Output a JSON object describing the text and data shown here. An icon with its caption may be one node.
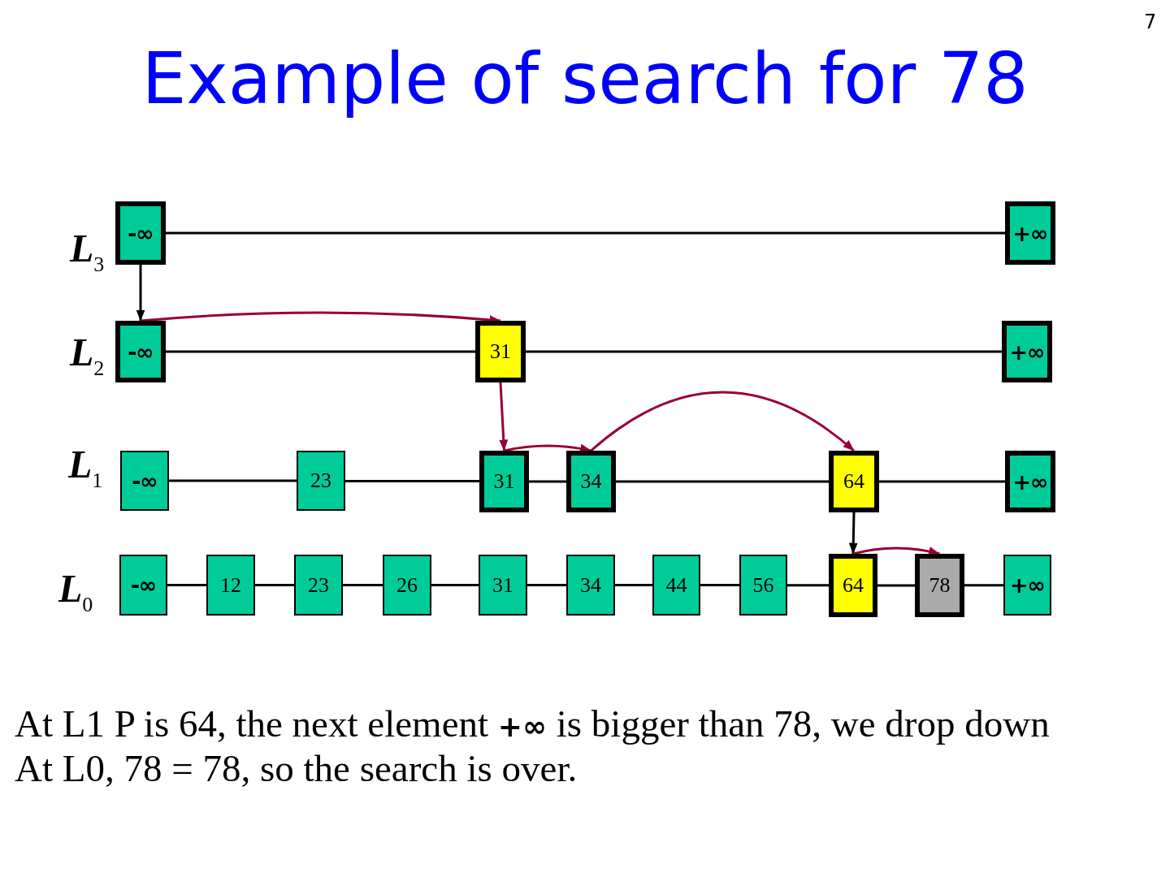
{
  "diagram": {
    "title": "Example of search for 78",
    "nodes": [
      {
        "text": [
          "-∞"
        ]
      },
      {
        "text": [
          "+∞"
        ]
      },
      {
        "text": [
          "-∞"
        ]
      },
      {
        "text": [
          "31"
        ]
      },
      {
        "text": [
          "+∞"
        ]
      },
      {
        "text": [
          "-∞"
        ]
      },
      {
        "text": [
          "23"
        ]
      },
      {
        "text": [
          "31"
        ]
      },
      {
        "text": [
          "34"
        ]
      },
      {
        "text": [
          "64"
        ]
      },
      {
        "text": [
          "+∞"
        ]
      },
      {
        "text": [
          "-∞"
        ]
      },
      {
        "text": [
          "12"
        ]
      },
      {
        "text": [
          "23"
        ]
      },
      {
        "text": [
          "26"
        ]
      },
      {
        "text": [
          "31"
        ]
      },
      {
        "text": [
          "34"
        ]
      },
      {
        "text": [
          "44"
        ]
      },
      {
        "text": [
          "56"
        ]
      },
      {
        "text": [
          "64"
        ]
      },
      {
        "text": [
          "78"
        ]
      },
      {
        "text": [
          "+∞"
        ]
      }
    ],
    "edges": [
      {
        "from": 0,
        "to": 1,
        "arrow": "none"
      },
      {
        "from": 2,
        "to": 3,
        "arrow": "none"
      },
      {
        "from": 3,
        "to": 4,
        "arrow": "none"
      },
      {
        "from": 5,
        "to": 6,
        "arrow": "none"
      },
      {
        "from": 6,
        "to": 7,
        "arrow": "none"
      },
      {
        "from": 7,
        "to": 8,
        "arrow": "none"
      },
      {
        "from": 8,
        "to": 9,
        "arrow": "none"
      },
      {
        "from": 9,
        "to": 10,
        "arrow": "none"
      },
      {
        "from": 11,
        "to": 12,
        "arrow": "none"
      },
      {
        "from": 12,
        "to": 13,
        "arrow": "none"
      },
      {
        "from": 13,
        "to": 14,
        "arrow": "none"
      },
      {
        "from": 14,
        "to": 15,
        "arrow": "none"
      },
      {
        "from": 15,
        "to": 16,
        "arrow": "none"
      },
      {
        "from": 16,
        "to": 17,
        "arrow": "none"
      },
      {
        "from": 17,
        "to": 18,
        "arrow": "none"
      },
      {
        "from": 18,
        "to": 19,
        "arrow": "none"
      },
      {
        "from": 19,
        "to": 20,
        "arrow": "none"
      },
      {
        "from": 20,
        "to": 21,
        "arrow": "none"
      },
      {
        "from": 0,
        "to": 2,
        "arrow": "to"
      },
      {
        "from": 2,
        "to": 3,
        "arrow": "to",
        "color": "#990033"
      },
      {
        "from": 3,
        "to": 7,
        "arrow": "to",
        "color": "#990033"
      },
      {
        "from": 7,
        "to": 8,
        "arrow": "to",
        "color": "#990033"
      },
      {
        "from": 8,
        "to": 9,
        "arrow": "to",
        "color": "#990033"
      },
      {
        "from": 9,
        "to": 19,
        "arrow": "to"
      },
      {
        "from": 19,
        "to": 20,
        "arrow": "to",
        "color": "#990033"
      }
    ],
    "labels": [
      "7",
      "**L**$_{3}$",
      "**L**$_{2}$",
      "**L**$_{1}$",
      "**L**$_{0}$",
      "At L1 P is 64, the next element **+∞** is bigger than 78, we drop down",
      "At L0, 78 = 78, so the search is over."
    ]
  }
}
